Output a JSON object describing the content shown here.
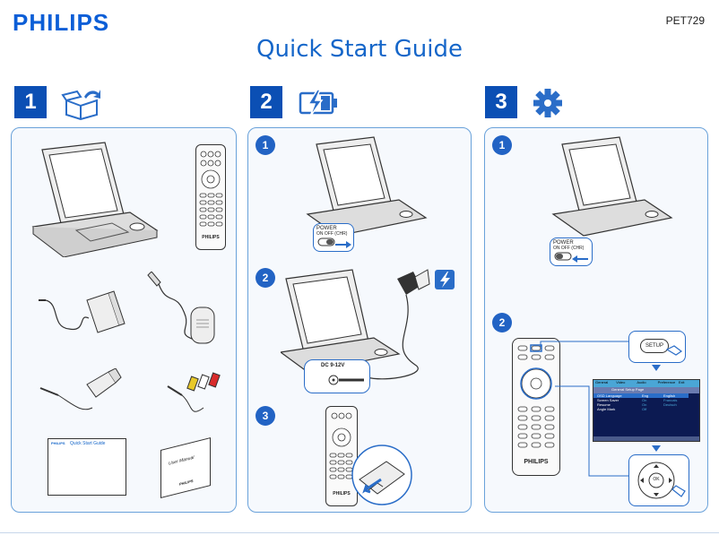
{
  "header": {
    "brand": "PHILIPS",
    "model": "PET729",
    "title": "Quick Start Guide"
  },
  "steps": [
    {
      "number": "1",
      "icon": "open-box-icon"
    },
    {
      "number": "2",
      "icon": "charging-battery-icon"
    },
    {
      "number": "3",
      "icon": "gear-icon"
    }
  ],
  "panel1": {
    "remote_brand": "PHILIPS",
    "booklet_quick": "Quick Start Guide",
    "booklet_quick_brand": "PHILIPS",
    "booklet_manual": "User Manual",
    "booklet_manual_brand": "PHILIPS"
  },
  "panel2": {
    "substeps": [
      "1",
      "2",
      "3"
    ],
    "power_label_1": "POWER",
    "power_label_2": "ON OFF (CHR)",
    "dc_label": "DC 9-12V",
    "remote_brand": "PHILIPS"
  },
  "panel3": {
    "substeps": [
      "1",
      "2"
    ],
    "power_label_1": "POWER",
    "power_label_2": "ON OFF (CHR)",
    "setup_button": "SETUP",
    "remote_brand": "PHILIPS",
    "menu": {
      "tabs": [
        "General",
        "Video",
        "Audio",
        "Preference",
        "Exit"
      ],
      "heading": "General Setup Page",
      "rows": [
        {
          "name": "OSD Language",
          "value": "Eng",
          "extra": "English"
        },
        {
          "name": "Screen Saver",
          "value": "On",
          "extra": "Francais"
        },
        {
          "name": "Resume",
          "value": "On",
          "extra": "Deutsch"
        },
        {
          "name": "Angle Mark",
          "value": "Off",
          "extra": ""
        }
      ]
    },
    "nav_ok": "OK"
  }
}
